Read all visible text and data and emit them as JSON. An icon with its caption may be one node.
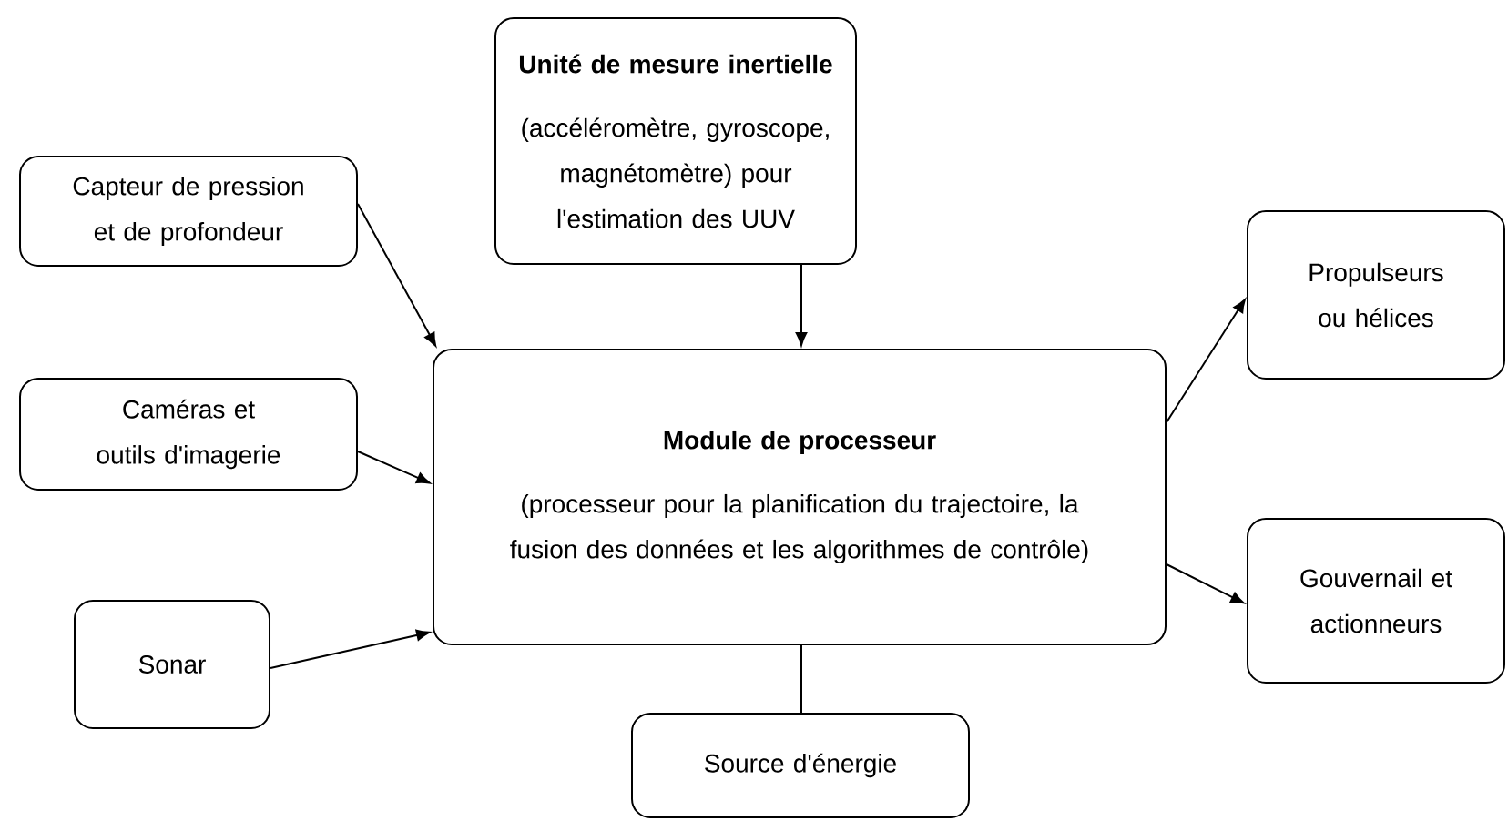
{
  "diagram": {
    "nodes": [
      {
        "text": [
          "Unité de mesure inertielle",
          "(accéléromètre, gyroscope, magnétomètre) pour l'estimation des UUV"
        ]
      },
      {
        "text": [
          "Capteur de pression et de profondeur"
        ]
      },
      {
        "text": [
          "Module de processeur",
          "(processeur pour la planification du trajectoire, la fusion des données et les algorithmes de contrôle)"
        ]
      },
      {
        "text": [
          "Caméras et outils d'imagerie"
        ]
      },
      {
        "text": [
          "Sonar"
        ]
      },
      {
        "text": [
          "Propulseurs ou hélices"
        ]
      },
      {
        "text": [
          "Gouvernail et actionneurs"
        ]
      },
      {
        "text": [
          "Source d'énergie"
        ]
      }
    ],
    "edges": [
      {
        "from": 0,
        "to": 2,
        "arrow": "to"
      },
      {
        "from": 1,
        "to": 2,
        "arrow": "to"
      },
      {
        "from": 3,
        "to": 2,
        "arrow": "to"
      },
      {
        "from": 4,
        "to": 2,
        "arrow": "to"
      },
      {
        "from": 2,
        "to": 5,
        "arrow": "to"
      },
      {
        "from": 2,
        "to": 6,
        "arrow": "to"
      },
      {
        "from": 2,
        "to": 7,
        "arrow": "none"
      }
    ]
  }
}
